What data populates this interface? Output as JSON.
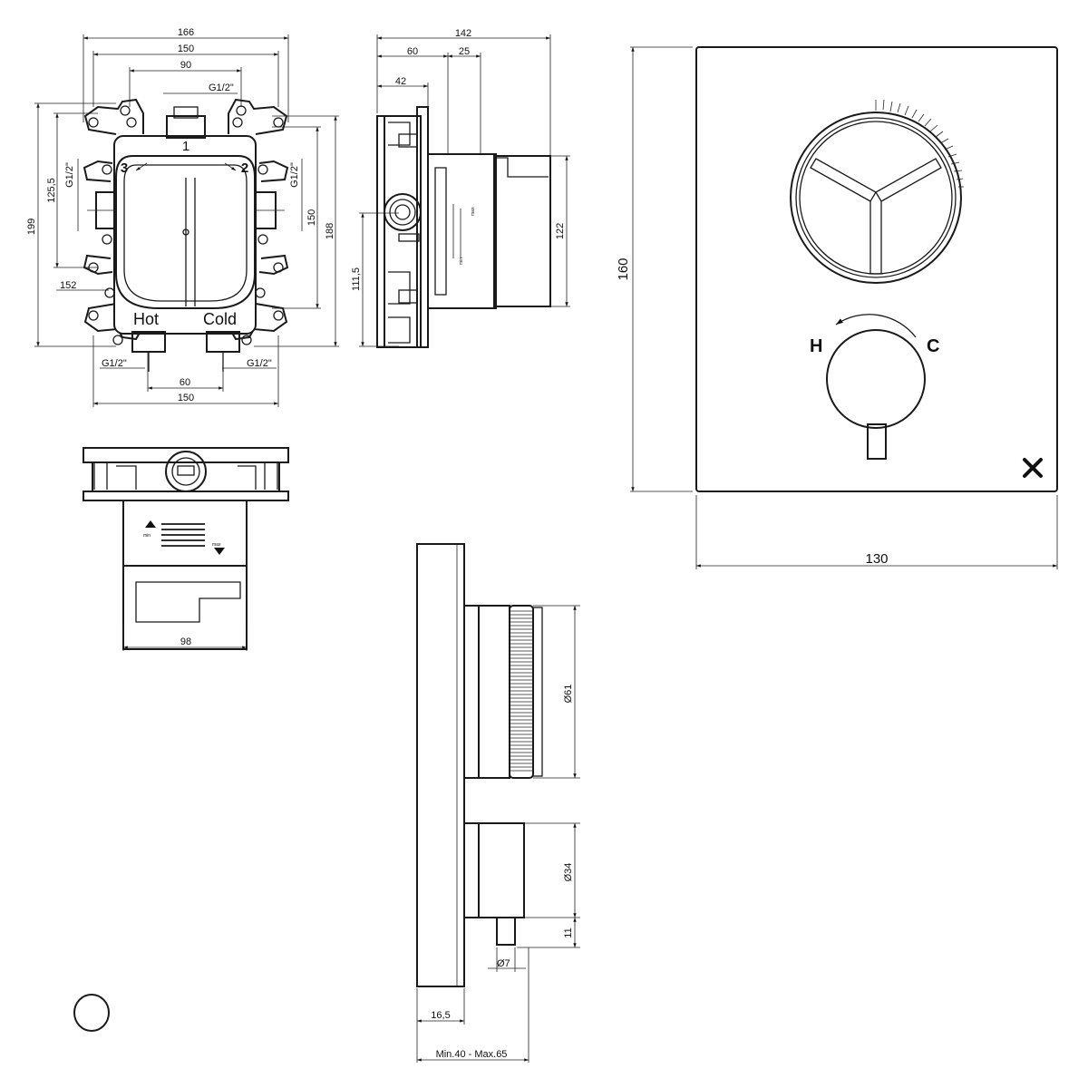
{
  "front_view": {
    "dims": {
      "w166": "166",
      "w150_top": "150",
      "w90": "90",
      "g_top": "G1/2\"",
      "h199": "199",
      "h125_5": "125,5",
      "g_left": "G1/2\"",
      "g_right": "G1/2\"",
      "h150": "150",
      "h188": "188",
      "d152": "152",
      "g_bl": "G1/2\"",
      "g_br": "G1/2\"",
      "w60": "60",
      "w150_bottom": "150"
    },
    "labels": {
      "port1": "1",
      "port2": "2",
      "port3": "3",
      "hot": "Hot",
      "cold": "Cold"
    }
  },
  "side_view": {
    "dims": {
      "w142": "142",
      "w60": "60",
      "w25": "25",
      "w42": "42",
      "h111_5": "111,5",
      "h122": "122"
    },
    "labels": {
      "min": "min",
      "max": "max"
    }
  },
  "top_view": {
    "dims": {
      "w98": "98"
    },
    "labels": {
      "min": "min",
      "max": "max"
    }
  },
  "trim_front": {
    "dims": {
      "w130": "130",
      "h160": "160"
    },
    "labels": {
      "hot_letter": "H",
      "cold_letter": "C"
    }
  },
  "trim_side": {
    "dims": {
      "d61": "Ø61",
      "d34": "Ø34",
      "h11": "11",
      "d7": "Ø7",
      "w16_5": "16,5",
      "range": "Min.40 - Max.65"
    }
  }
}
